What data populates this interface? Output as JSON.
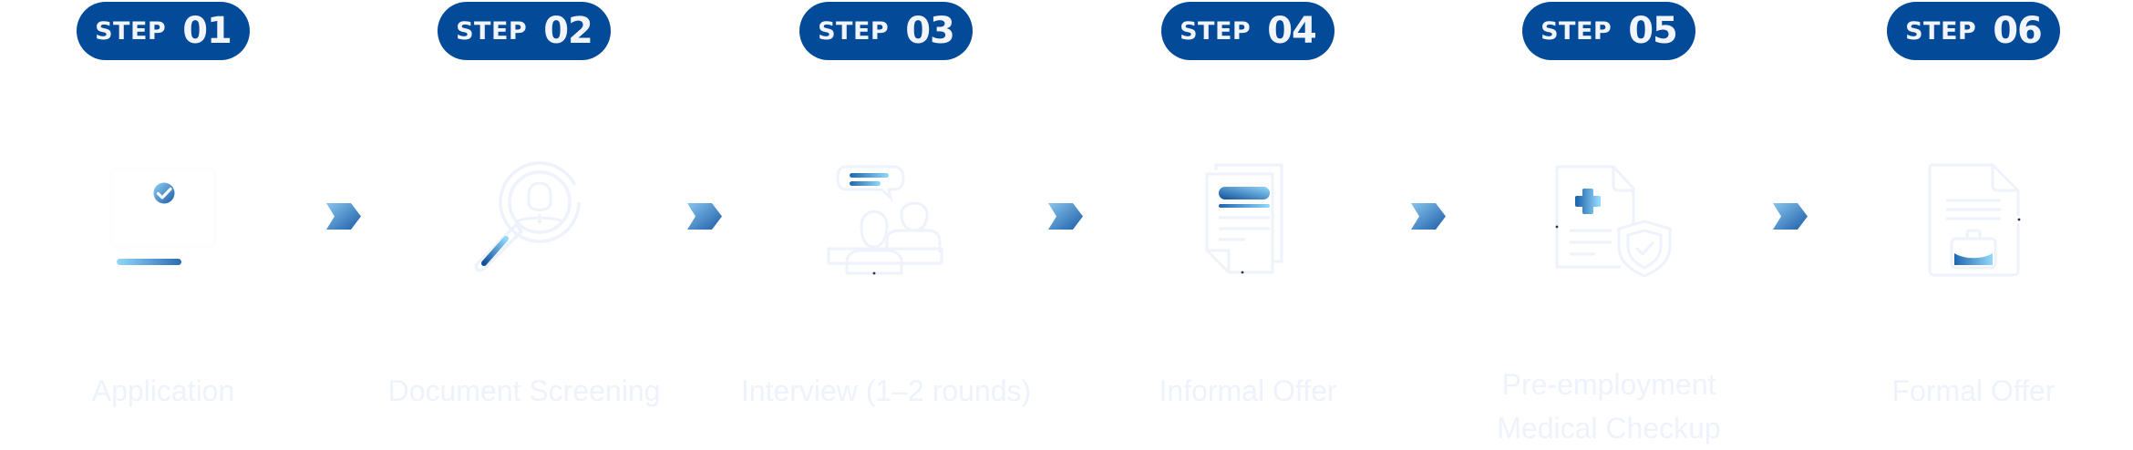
{
  "colors": {
    "badge_bg": "#034a98",
    "badge_text": "#f2f5fc",
    "icon_outline": "#eef2fb",
    "accent_light": "#8fd3f7",
    "accent_dark": "#1d5ca6",
    "label_text": "#eef2fb"
  },
  "steps": [
    {
      "word": "STEP",
      "number": "01",
      "label_lines": [
        "Application"
      ],
      "icon": "computer-check-icon"
    },
    {
      "word": "STEP",
      "number": "02",
      "label_lines": [
        "Document Screening"
      ],
      "icon": "magnifier-person-icon"
    },
    {
      "word": "STEP",
      "number": "03",
      "label_lines": [
        "Interview (1–2 rounds)"
      ],
      "icon": "interview-chat-icon"
    },
    {
      "word": "STEP",
      "number": "04",
      "label_lines": [
        "Informal Offer"
      ],
      "icon": "documents-icon"
    },
    {
      "word": "STEP",
      "number": "05",
      "label_lines": [
        "Pre-employment",
        "Medical Checkup"
      ],
      "icon": "medical-shield-icon"
    },
    {
      "word": "STEP",
      "number": "06",
      "label_lines": [
        "Formal Offer"
      ],
      "icon": "offer-briefcase-icon"
    }
  ],
  "connector_icon": "chevron-right-icon"
}
